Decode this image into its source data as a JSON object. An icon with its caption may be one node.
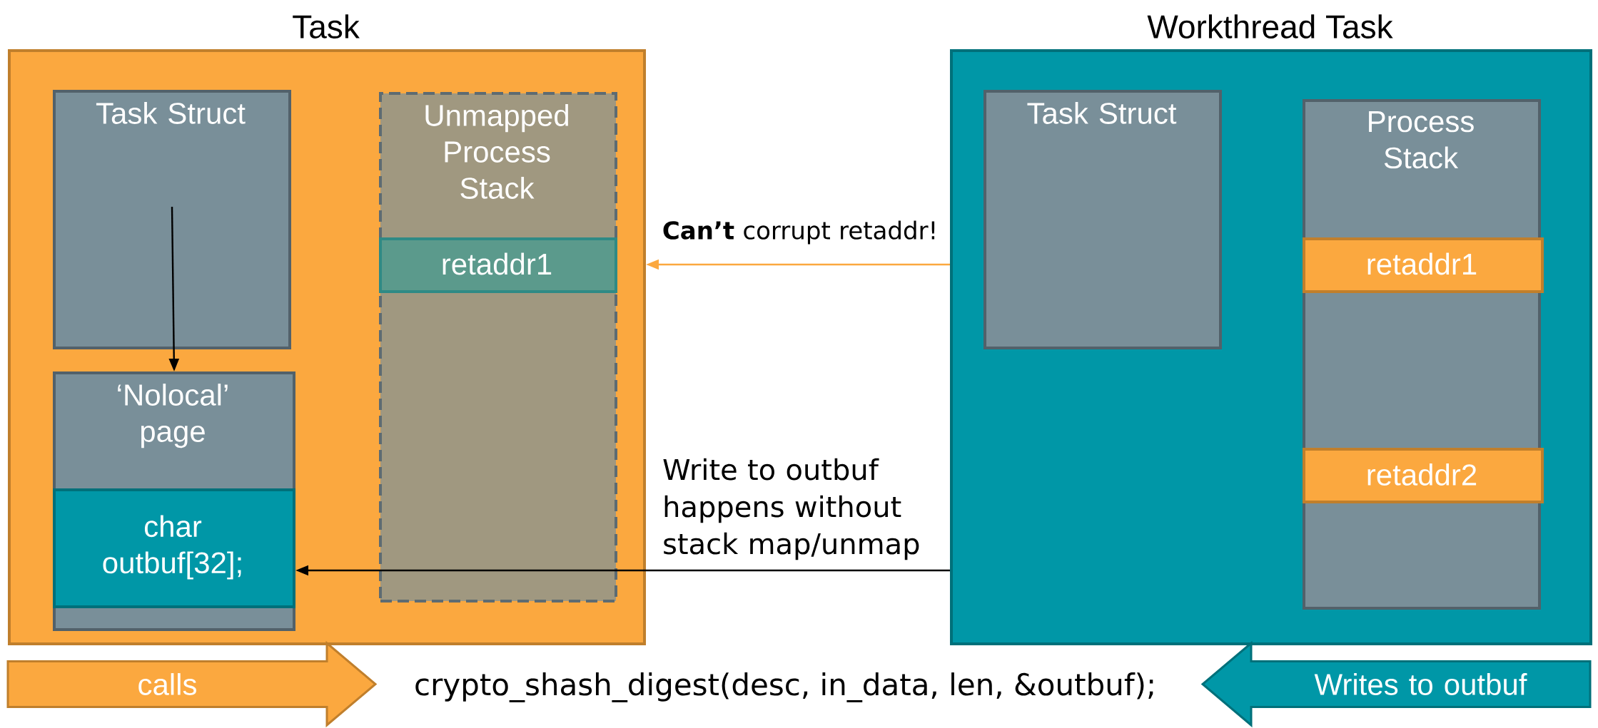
{
  "diagram": {
    "nodes": [
      {
        "text": [
          "Task"
        ]
      },
      {
        "text": [
          "Task Struct"
        ],
        "in": 0
      },
      {
        "text": [
          "Unmapped Process Stack"
        ],
        "in": 0
      },
      {
        "text": [
          "retaddr1"
        ],
        "in": 2
      },
      {
        "text": [
          "‘Nolocal’ page"
        ],
        "in": 0
      },
      {
        "text": [
          "char outbuf[32];"
        ],
        "in": 4
      },
      {
        "text": [
          "Workthread Task"
        ]
      },
      {
        "text": [
          "Task Struct"
        ],
        "in": 6
      },
      {
        "text": [
          "Process Stack"
        ],
        "in": 6
      },
      {
        "text": [
          "retaddr1"
        ],
        "in": 8
      },
      {
        "text": [
          "retaddr2"
        ],
        "in": 8
      },
      {
        "text": [
          "calls"
        ]
      },
      {
        "text": [
          "Writes to outbuf"
        ]
      }
    ],
    "edges": [
      {
        "from": 1,
        "to": 4,
        "arrow": "to"
      },
      {
        "from": 6,
        "to": 0,
        "arrow": "to",
        "label": "**Can’t** corrupt retaddr!",
        "color": "#fba83f"
      },
      {
        "from": 6,
        "to": 5,
        "arrow": "to",
        "label": "Write to outbuf happens without stack map/unmap"
      }
    ],
    "labels": [
      "crypto_shash_digest(desc, in_data, len, &outbuf);"
    ]
  }
}
